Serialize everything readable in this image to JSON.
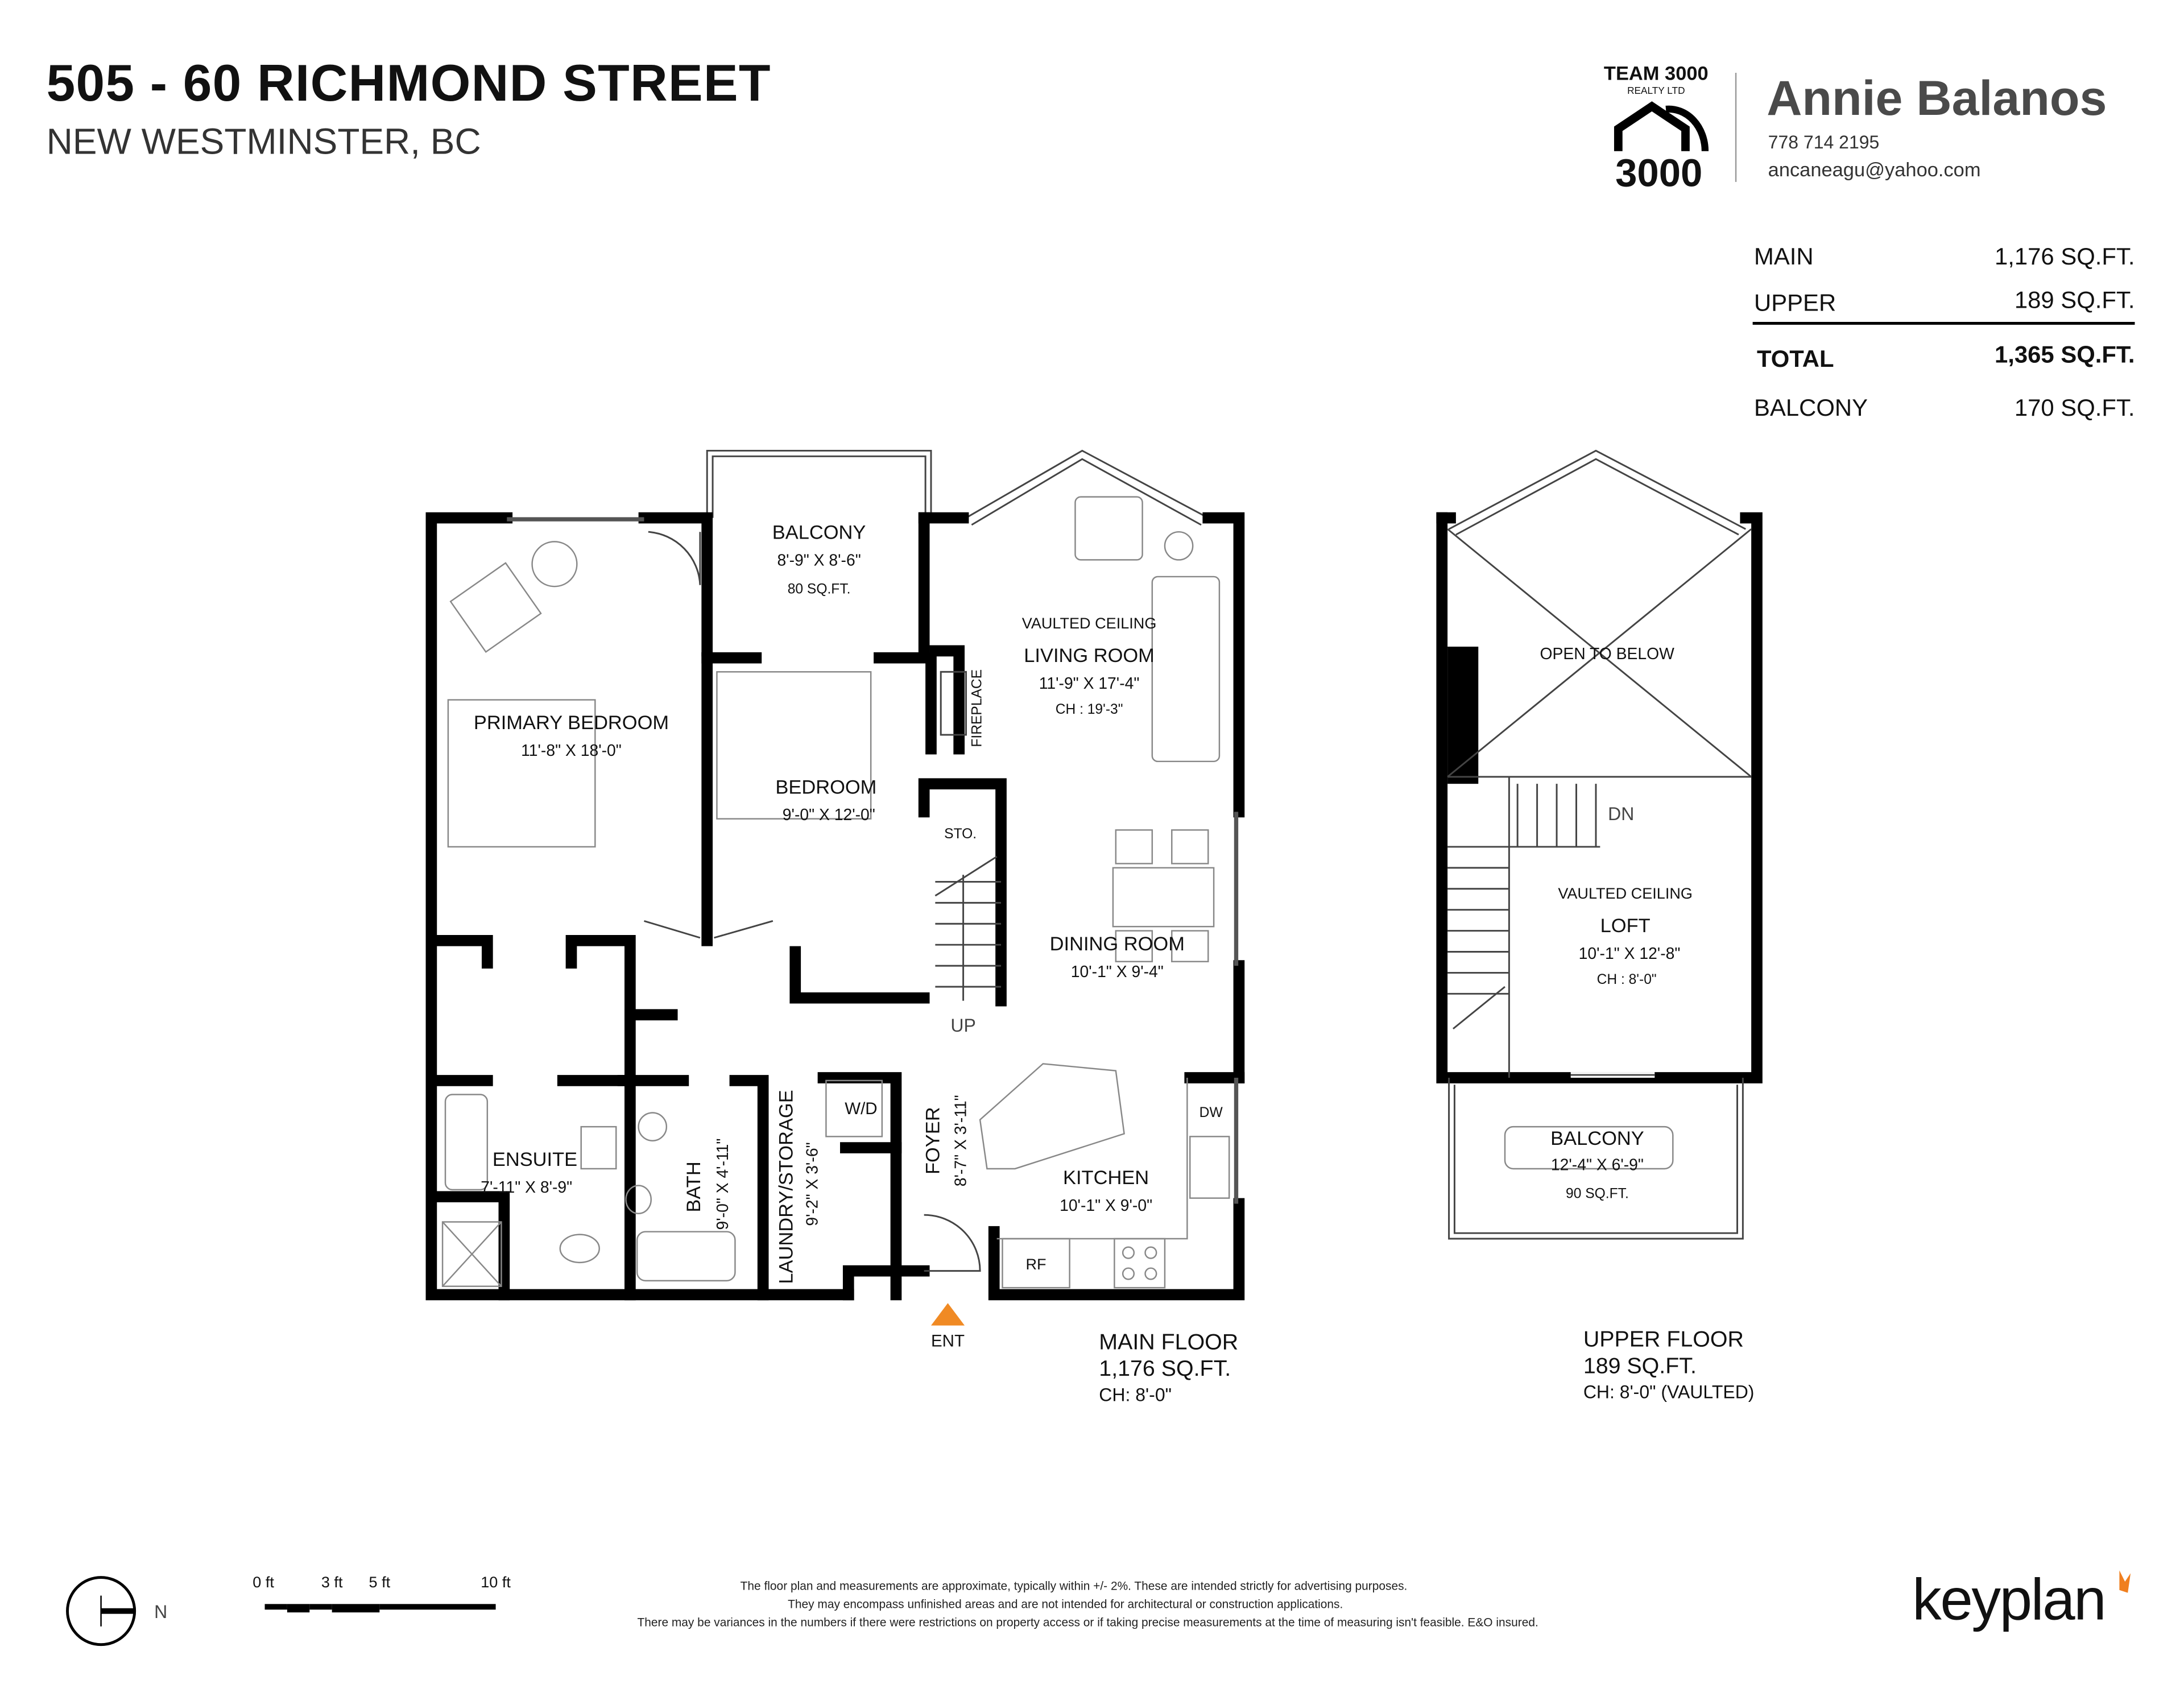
{
  "header": {
    "address": "505 - 60 RICHMOND STREET",
    "city": "NEW WESTMINSTER, BC"
  },
  "brokerage_logo": {
    "line1": "TEAM 3000",
    "line2": "REALTY LTD",
    "line3": "3000"
  },
  "agent": {
    "name": "Annie Balanos",
    "phone": "778 714 2195",
    "email": "ancaneagu@yahoo.com"
  },
  "areas": [
    {
      "label": "MAIN",
      "value": "1,176 SQ.FT."
    },
    {
      "label": "UPPER",
      "value": "189 SQ.FT."
    },
    {
      "label": "TOTAL",
      "value": "1,365 SQ.FT."
    },
    {
      "label": "BALCONY",
      "value": "170 SQ.FT."
    }
  ],
  "main_rooms": {
    "balcony": {
      "name": "BALCONY",
      "dims": "8'-9\"  X  8'-6\"",
      "area": "80 SQ.FT."
    },
    "living": {
      "note": "VAULTED CEILING",
      "name": "LIVING ROOM",
      "dims": "11'-9\"  X  17'-4\"",
      "ch": "CH : 19'-3\""
    },
    "fireplace": "FIREPLACE",
    "primary": {
      "name": "PRIMARY BEDROOM",
      "dims": "11'-8\"  X  18'-0\""
    },
    "bedroom": {
      "name": "BEDROOM",
      "dims": "9'-0\"  X  12'-0\""
    },
    "sto": "STO.",
    "dining": {
      "name": "DINING ROOM",
      "dims": "10'-1\"  X  9'-4\""
    },
    "up": "UP",
    "ensuite": {
      "name": "ENSUITE",
      "dims": "7'-11\"  X  8'-9\""
    },
    "bath": {
      "name": "BATH",
      "dims": "9'-0\"  X  4'-11\""
    },
    "laundry": {
      "name": "LAUNDRY/STORAGE",
      "dims": "9'-2\"  X  3'-6\""
    },
    "wd": "W/D",
    "foyer": {
      "name": "FOYER",
      "dims": "8'-7\"  X  3'-11\""
    },
    "kitchen": {
      "name": "KITCHEN",
      "dims": "10'-1\"  X  9'-0\""
    },
    "dw": "DW",
    "rf": "RF",
    "ent": "ENT"
  },
  "upper_rooms": {
    "open": "OPEN TO BELOW",
    "dn": "DN",
    "loft": {
      "note": "VAULTED CEILING",
      "name": "LOFT",
      "dims": "10'-1\"  X  12'-8\"",
      "ch": "CH : 8'-0\""
    },
    "balcony": {
      "name": "BALCONY",
      "dims": "12'-4\"  X  6'-9\"",
      "area": "90 SQ.FT."
    }
  },
  "floor_labels": {
    "main": {
      "name": "MAIN FLOOR",
      "area": "1,176 SQ.FT.",
      "ch": "CH: 8'-0\""
    },
    "upper": {
      "name": "UPPER FLOOR",
      "area": "189 SQ.FT.",
      "ch": "CH: 8'-0\" (VAULTED)"
    }
  },
  "compass": {
    "label": "N"
  },
  "scale": {
    "ticks": [
      "0 ft",
      "3 ft",
      "5 ft",
      "10 ft"
    ]
  },
  "disclaimer": [
    "The floor plan and measurements are approximate, typically within +/- 2%. These are intended strictly for advertising purposes.",
    "They may encompass unfinished areas and are not intended for architectural or construction applications.",
    "There may be variances in the numbers if there were restrictions on property access or if taking precise measurements at the time of measuring isn't feasible. E&O insured."
  ],
  "brand": {
    "name": "keyplan",
    "accent": "#f07f1f"
  },
  "colors": {
    "entrance_marker": "#f08a24",
    "agent_name": "#4a4a4a"
  }
}
